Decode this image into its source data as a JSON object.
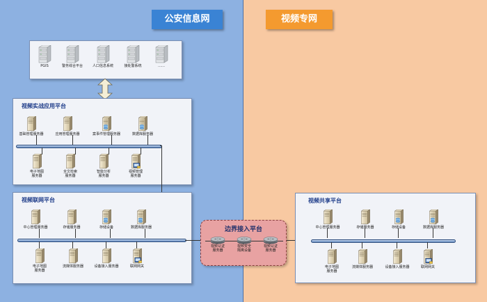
{
  "zones": {
    "left_title": "公安信息网",
    "right_title": "视频专网"
  },
  "top_servers": [
    {
      "label": "PGIS",
      "icon": "server-rack-icon"
    },
    {
      "label": "警务综合平台",
      "icon": "server-rack-icon"
    },
    {
      "label": "人口信息系统",
      "icon": "server-rack-icon"
    },
    {
      "label": "接处警系统",
      "icon": "server-rack-icon"
    },
    {
      "label": "……",
      "icon": "server-rack-icon"
    }
  ],
  "app_platform": {
    "title": "视频实战应用平台",
    "top_nodes": [
      "基础管理服务器",
      "应用管理服务器",
      "案事件管理服务器",
      "数据库服务器"
    ],
    "bottom_nodes": [
      "电子地图\n服务器",
      "全文检索\n服务器",
      "智能分析\n服务器",
      "视频管理\n服务器"
    ]
  },
  "network_platform": {
    "title": "视频联网平台",
    "top_nodes": [
      "中心管理服务器",
      "存储服务器",
      "存储设备",
      "数据库服务器"
    ],
    "bottom_nodes": [
      "电子地图\n服务器",
      "流媒体服务器",
      "设备接入服务器",
      "联网网关"
    ]
  },
  "border_platform": {
    "title": "边界接入平台",
    "nodes": [
      "视频认证\n服务器",
      "视频安全\n隔离设备",
      "视频认证\n服务器"
    ]
  },
  "share_platform": {
    "title": "视频共享平台",
    "top_nodes": [
      "中心管理服务器",
      "存储服务器",
      "存储设备",
      "数据库服务器"
    ],
    "bottom_nodes": [
      "电子地图\n服务器",
      "流媒体服务器",
      "设备接入服务器",
      "联网网关"
    ]
  }
}
